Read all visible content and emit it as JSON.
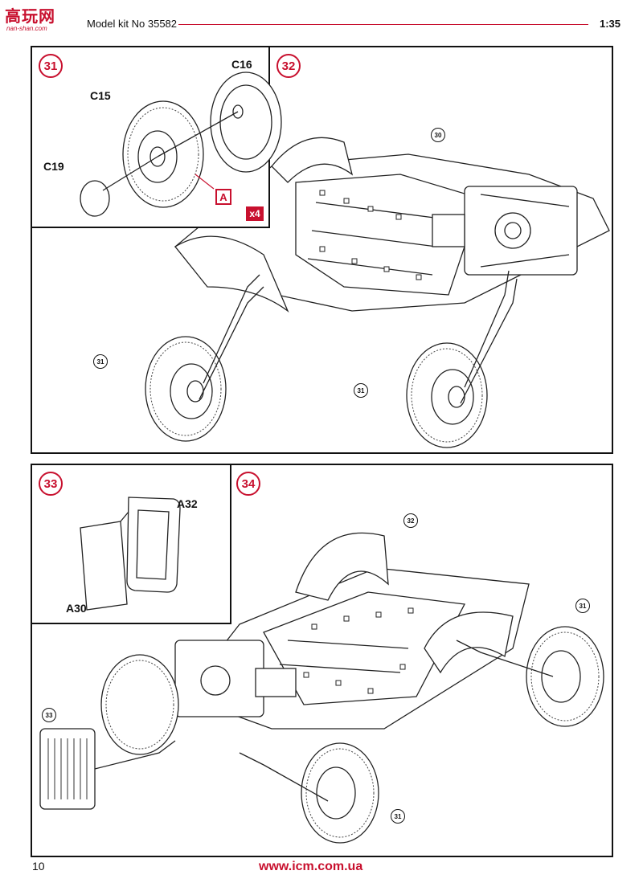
{
  "header": {
    "logo_text": "高玩网",
    "logo_sub": "nan-shan.com",
    "kit_title": "Model kit No 35582",
    "scale": "1:35"
  },
  "steps": {
    "s31": {
      "number": "31",
      "parts": {
        "c16": "C16",
        "c15": "C15",
        "c19": "C19"
      },
      "paint_ref": "A",
      "multiplier": "x4"
    },
    "s32": {
      "number": "32",
      "refs": {
        "r30": "30",
        "r31a": "31",
        "r31b": "31"
      }
    },
    "s33": {
      "number": "33",
      "parts": {
        "a32": "A32",
        "a30": "A30"
      }
    },
    "s34": {
      "number": "34",
      "refs": {
        "r32": "32",
        "r31a": "31",
        "r31b": "31",
        "r33": "33"
      }
    }
  },
  "footer": {
    "page_number": "10",
    "url": "www.icm.com.ua"
  },
  "colors": {
    "accent": "#c8102e"
  }
}
